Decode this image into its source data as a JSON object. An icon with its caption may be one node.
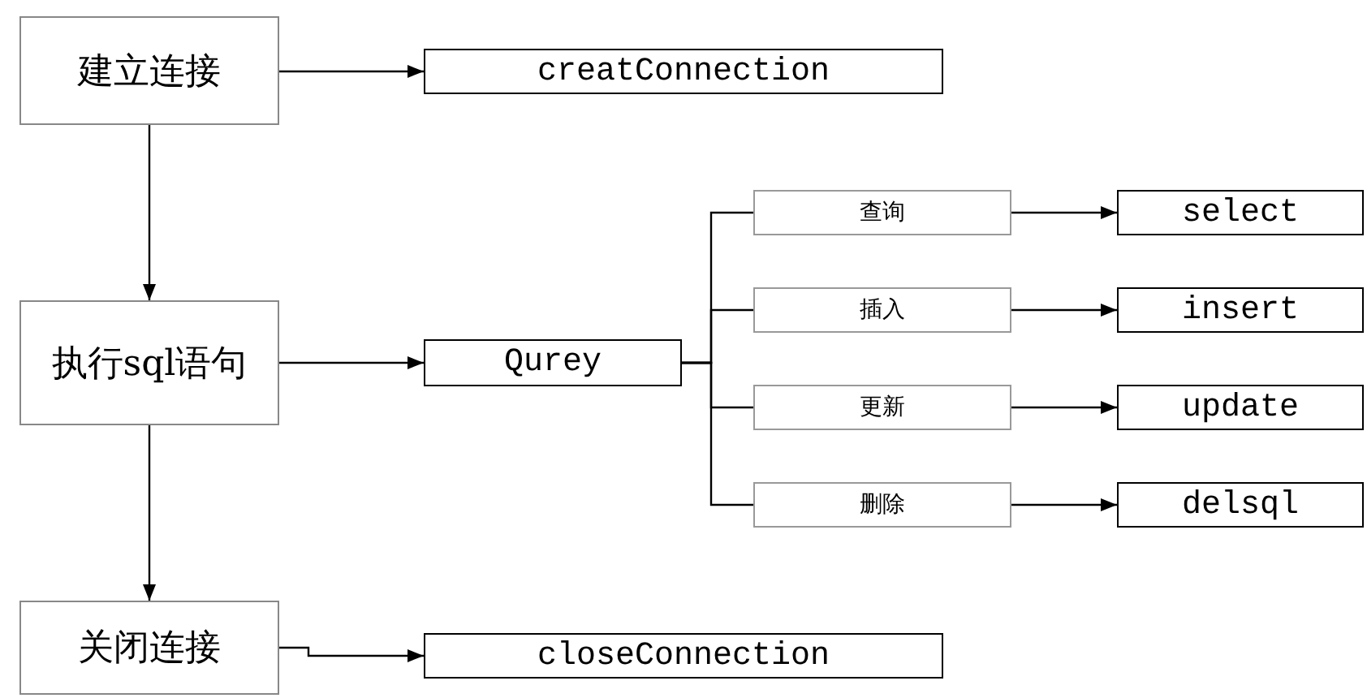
{
  "diagram": {
    "nodes": [
      {
        "text": [
          "建立连接"
        ]
      },
      {
        "text": [
          "creatConnection"
        ]
      },
      {
        "text": [
          "执行sql语句"
        ]
      },
      {
        "text": [
          "Qurey"
        ]
      },
      {
        "text": [
          "查询"
        ]
      },
      {
        "text": [
          "select"
        ]
      },
      {
        "text": [
          "插入"
        ]
      },
      {
        "text": [
          "insert"
        ]
      },
      {
        "text": [
          "更新"
        ]
      },
      {
        "text": [
          "update"
        ]
      },
      {
        "text": [
          "删除"
        ]
      },
      {
        "text": [
          "delsql"
        ]
      },
      {
        "text": [
          "关闭连接"
        ]
      },
      {
        "text": [
          "closeConnection"
        ]
      }
    ],
    "edges": [
      {
        "from": 0,
        "to": 1,
        "arrow": "to"
      },
      {
        "from": 0,
        "to": 2,
        "arrow": "to"
      },
      {
        "from": 2,
        "to": 3,
        "arrow": "to"
      },
      {
        "from": 3,
        "to": 4,
        "arrow": "none"
      },
      {
        "from": 3,
        "to": 6,
        "arrow": "none"
      },
      {
        "from": 3,
        "to": 8,
        "arrow": "none"
      },
      {
        "from": 3,
        "to": 10,
        "arrow": "none"
      },
      {
        "from": 4,
        "to": 5,
        "arrow": "to"
      },
      {
        "from": 6,
        "to": 7,
        "arrow": "to"
      },
      {
        "from": 8,
        "to": 9,
        "arrow": "to"
      },
      {
        "from": 10,
        "to": 11,
        "arrow": "to"
      },
      {
        "from": 2,
        "to": 12,
        "arrow": "to"
      },
      {
        "from": 12,
        "to": 13,
        "arrow": "to"
      }
    ]
  }
}
